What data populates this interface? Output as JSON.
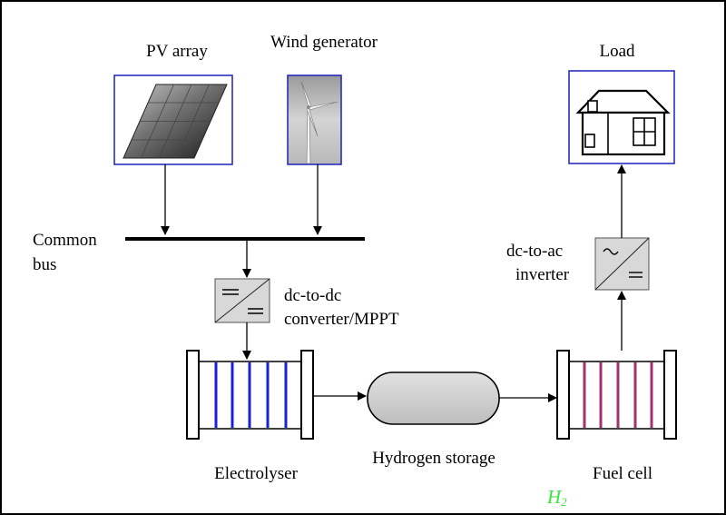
{
  "labels": {
    "pv_array": "PV array",
    "wind_generator": "Wind generator",
    "load": "Load",
    "common_bus_line1": "Common",
    "common_bus_line2": "bus",
    "dcdc_line1": "dc-to-dc",
    "dcdc_line2": "converter/MPPT",
    "dcac_line1": "dc-to-ac",
    "dcac_line2": "inverter",
    "electrolyser": "Electrolyser",
    "hydrogen_storage": "Hydrogen storage",
    "fuel_cell": "Fuel cell",
    "h2_symbol": "H",
    "h2_subscript": "2"
  },
  "colors": {
    "frame_blue": "#1a22b8",
    "electrolyser_plates": "#1a22d8",
    "fuel_cell_plates": "#a0336e",
    "h2_green": "#39e63a",
    "converter_fill": "#d8d8d8",
    "storage_fill": "#d0d0d0"
  }
}
